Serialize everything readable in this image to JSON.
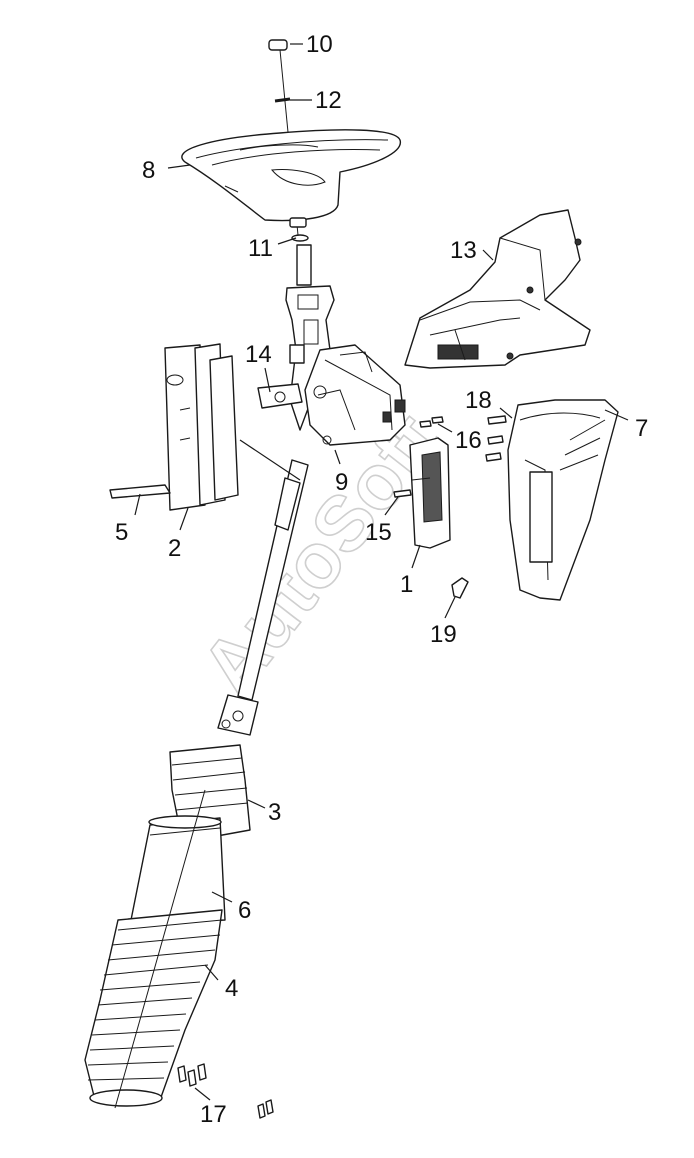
{
  "watermark": "AutoSoft",
  "callouts": [
    {
      "label": "10"
    },
    {
      "label": "12"
    },
    {
      "label": "8"
    },
    {
      "label": "11"
    },
    {
      "label": "13"
    },
    {
      "label": "14"
    },
    {
      "label": "18"
    },
    {
      "label": "7"
    },
    {
      "label": "16"
    },
    {
      "label": "9"
    },
    {
      "label": "5"
    },
    {
      "label": "2"
    },
    {
      "label": "15"
    },
    {
      "label": "1"
    },
    {
      "label": "19"
    },
    {
      "label": "3"
    },
    {
      "label": "6"
    },
    {
      "label": "4"
    },
    {
      "label": "17"
    }
  ]
}
